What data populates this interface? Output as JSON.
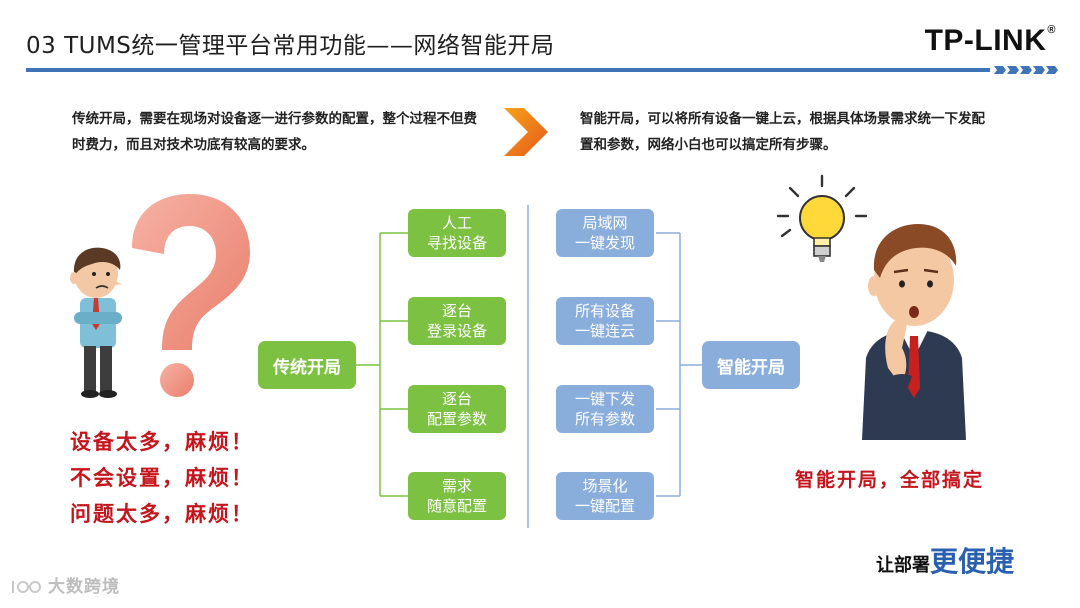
{
  "header": {
    "title": "03 TUMS统一管理平台常用功能——网络智能开局",
    "logo_text": "TP-LINK",
    "logo_reg": "®"
  },
  "intro": {
    "left": "传统开局，需要在现场对设备逐一进行参数的配置，整个过程不但费时费力，而且对技术功底有较高的要求。",
    "right": "智能开局，可以将所有设备一键上云，根据具体场景需求统一下发配置和参数，网络小白也可以搞定所有步骤。"
  },
  "traditional": {
    "hub": "传统开局",
    "steps": [
      {
        "line1": "人工",
        "line2": "寻找设备"
      },
      {
        "line1": "逐台",
        "line2": "登录设备"
      },
      {
        "line1": "逐台",
        "line2": "配置参数"
      },
      {
        "line1": "需求",
        "line2": "随意配置"
      }
    ]
  },
  "smart": {
    "hub": "智能开局",
    "steps": [
      {
        "line1": "局域网",
        "line2": "一键发现"
      },
      {
        "line1": "所有设备",
        "line2": "一键连云"
      },
      {
        "line1": "一键下发",
        "line2": "所有参数"
      },
      {
        "line1": "场景化",
        "line2": "一键配置"
      }
    ]
  },
  "complaints": [
    "设备太多，麻烦！",
    "不会设置，麻烦！",
    "问题太多，麻烦！"
  ],
  "conclusion": "智能开局，全部搞定",
  "slogan": {
    "prefix": "让部署",
    "emphasis": "更便捷"
  },
  "watermark": "大数跨境",
  "colors": {
    "green": "#7dc142",
    "blue": "#8aaedc",
    "accent": "#3f74b6",
    "red": "#c4161c"
  }
}
